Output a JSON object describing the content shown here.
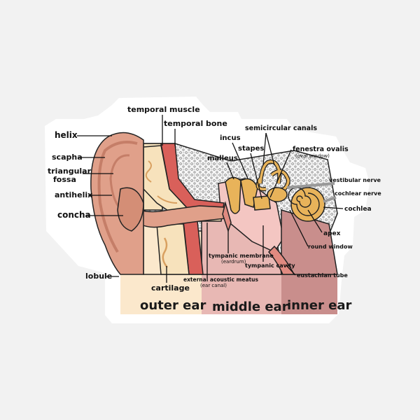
{
  "labels": {
    "helix": "helix",
    "scapha": "scapha",
    "triangular_fossa_1": "triangular",
    "triangular_fossa_2": "fossa",
    "antihelix": "antihelix",
    "concha": "concha",
    "lobule": "lobule",
    "cartilage": "cartilage",
    "temporal_muscle": "temporal muscle",
    "temporal_bone": "temporal bone",
    "incus": "incus",
    "malleus": "malleus",
    "stapes": "stapes",
    "semicircular_canals": "semicircular canals",
    "fenestra_ovalis": "fenestra ovalis",
    "fenestra_ovalis_sub": "(oval window)",
    "vestibular_nerve": "vestibular nerve",
    "cochlear_nerve": "cochlear nerve",
    "cochlea": "cochlea",
    "apex": "apex",
    "round_window": "round window",
    "eustachian_tube": "eustachian tube",
    "tympanic_cavity": "tympanic cavity",
    "tympanic_membrane": "tympanic membrane",
    "tympanic_membrane_sub": "(eardrum)",
    "external_meatus": "external acoustic meatus",
    "external_meatus_sub": "(ear canal)"
  },
  "sections": {
    "outer": "outer ear",
    "middle": "middle ear",
    "inner": "inner ear"
  },
  "colors": {
    "background": "#f2f2f2",
    "sticker": "#ffffff",
    "outer_ear_band": "#fbe8cc",
    "middle_ear_band": "#e8b8b4",
    "inner_ear_band": "#c98e8c",
    "skin": "#e0a08a",
    "skin_shadow": "#c57e68",
    "bone": "#f7e2bc",
    "ossicle": "#e8b35a",
    "muscle": "#d9605a",
    "cavity": "#f4c6c2"
  }
}
